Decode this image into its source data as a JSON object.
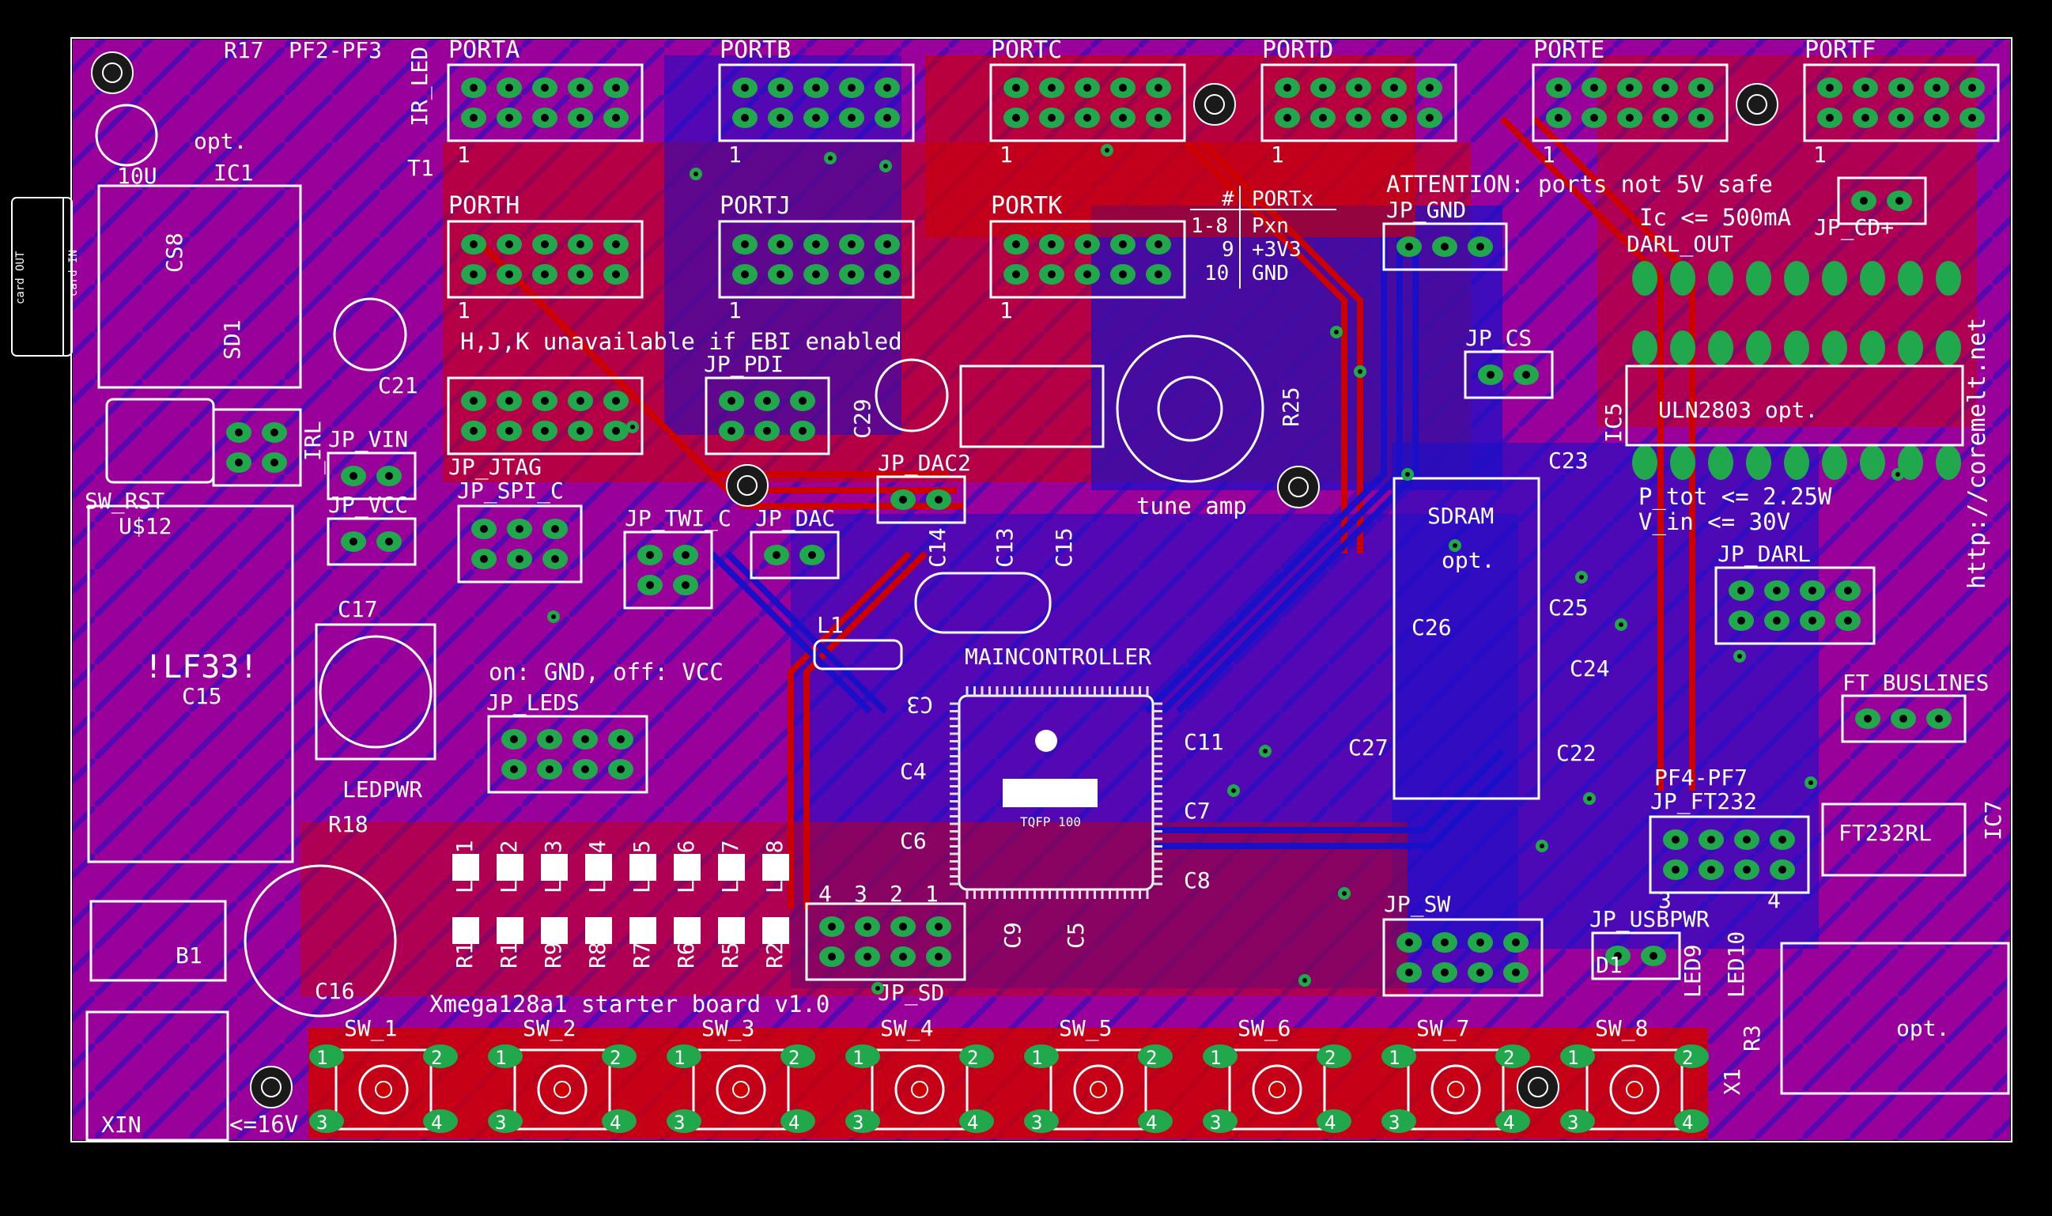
{
  "board": {
    "title": "Xmega128a1 starter board v1.0",
    "url": "http://coremelt.net",
    "colors": {
      "background": "#000000",
      "top_copper": "#cc0000",
      "bottom_copper": "#1a0fc8",
      "fill": "#9a009a",
      "pad": "#22a84c",
      "silk": "#ffffff"
    }
  },
  "ports": [
    "PORTA",
    "PORTB",
    "PORTC",
    "PORTD",
    "PORTE",
    "PORTF",
    "PORTH",
    "PORTJ",
    "PORTK"
  ],
  "port_pin1": "1",
  "port_table": {
    "header_hash": "#",
    "header_port": "PORTx",
    "rows": [
      {
        "pins": "1-8",
        "sig": "Pxn"
      },
      {
        "pins": "9",
        "sig": "+3V3"
      },
      {
        "pins": "10",
        "sig": "GND"
      }
    ]
  },
  "notes": {
    "ebi": "H,J,K unavailable if EBI enabled",
    "attention": "ATTENTION: ports not 5V safe",
    "ic_limit": "Ic <= 500mA",
    "ptot": "P_tot <= 2.25W",
    "vin": "V_in <= 30V",
    "leds_note": "on: GND, off: VCC",
    "tune_amp": "tune amp",
    "opt": "opt.",
    "vmax": "<=16V"
  },
  "labels": {
    "pf2_pf3": "PF2-PF3",
    "r17": "R17",
    "ir_led": "IR_LED",
    "t1": "T1",
    "ic1": "IC1",
    "c10u": "10U",
    "cs8": "CS8",
    "sd1": "SD1",
    "card_out": "card OUT",
    "card_in": "card IN",
    "c21": "C21",
    "irl": "_IRL",
    "sw_rst": "SW_RST",
    "jp_vin": "JP_VIN",
    "jp_vcc": "JP_VCC",
    "us12": "U$12",
    "lf33": "!LF33!",
    "c15": "C15",
    "c17": "C17",
    "ledpwr": "LEDPWR",
    "r18": "R18",
    "b1": "B1",
    "c16": "C16",
    "xin": "XIN",
    "jp_jtag": "JP_JTAG",
    "jp_spi_c": "JP_SPI_C",
    "jp_pdi": "JP_PDI",
    "jp_twi_c": "JP_TWI_C",
    "jp_dac": "JP_DAC",
    "jp_dac2": "JP_DAC2",
    "c29": "C29",
    "jp_leds": "JP_LEDS",
    "l1": "L1",
    "maincontroller": "MAINCONTROLLER",
    "tqfp": "TQFP 100",
    "jp_sd": "JP_SD",
    "r25": "R25",
    "jp_gnd": "JP_GND",
    "jp_cs": "JP_CS",
    "sdram": "SDRAM",
    "c23": "C23",
    "c25": "C25",
    "c24": "C24",
    "c22": "C22",
    "c26": "C26",
    "c27": "C27",
    "jp_sw": "JP_SW",
    "darl_out": "DARL_OUT",
    "jp_cd": "JP_CD+",
    "uln": "ULN2803 opt.",
    "ic5": "IC5",
    "jp_darl": "JP_DARL",
    "ft_buslines": "FT_BUSLINES",
    "pf4_pf7": "PF4-PF7",
    "jp_ft232": "JP_FT232",
    "ft232rl": "FT232RL",
    "ic7": "IC7",
    "jp_usbpwr": "JP_USBPWR",
    "d1": "D1",
    "led9": "LED9",
    "led10": "LED10",
    "r3": "R3",
    "x1": "X1",
    "c3": "C3",
    "c4": "C4",
    "c5": "C5",
    "c6": "C6",
    "c7": "C7",
    "c8": "C8",
    "c9": "C9",
    "c11": "C11",
    "c13": "C13",
    "c14": "C14",
    "c15b": "C15",
    "sd_nums": [
      "4",
      "3",
      "2",
      "1"
    ],
    "ft_nums": [
      "3",
      "4"
    ]
  },
  "leds": [
    "LED1",
    "LED2",
    "LED3",
    "LED4",
    "LED5",
    "LED6",
    "LED7",
    "LED8"
  ],
  "led_resistors": [
    "R11",
    "R10",
    "R9",
    "R8",
    "R7",
    "R6",
    "R5",
    "R2"
  ],
  "switches": [
    "SW_1",
    "SW_2",
    "SW_3",
    "SW_4",
    "SW_5",
    "SW_6",
    "SW_7",
    "SW_8"
  ],
  "switch_pins": [
    "1",
    "2",
    "3",
    "4"
  ]
}
